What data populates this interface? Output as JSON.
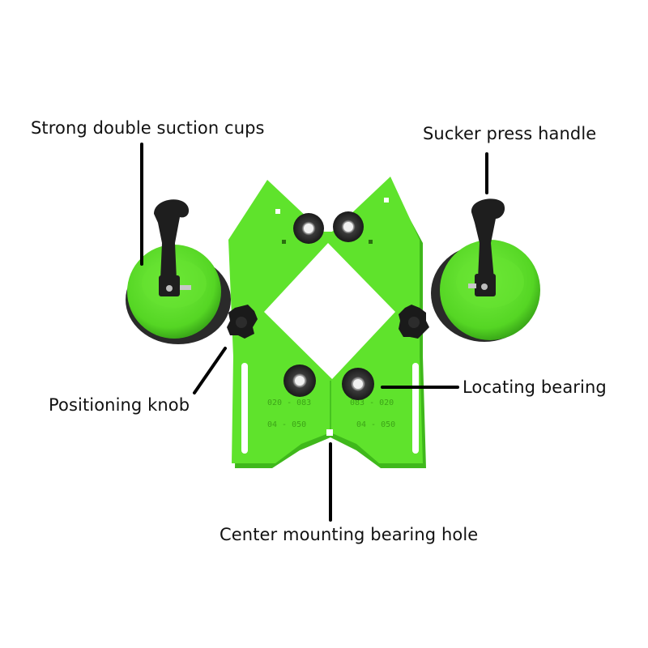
{
  "image": {
    "description_colors": {
      "jig_body": "#5fe32c",
      "jig_shadow": "#3fb81b",
      "handle": "#1e1e1e",
      "leader_line": "#000000",
      "label_text": "#111111",
      "background": "#ffffff"
    }
  },
  "callouts": {
    "suction_cups": "Strong double suction cups",
    "press_handle": "Sucker press handle",
    "locating_bearing": "Locating bearing",
    "positioning_knob": "Positioning knob",
    "center_hole": "Center mounting bearing hole"
  },
  "scale_markings": {
    "left_upper": "020 - 083",
    "right_upper": "083 - 020",
    "left_lower": "04 - 050",
    "right_lower": "04 - 050"
  }
}
